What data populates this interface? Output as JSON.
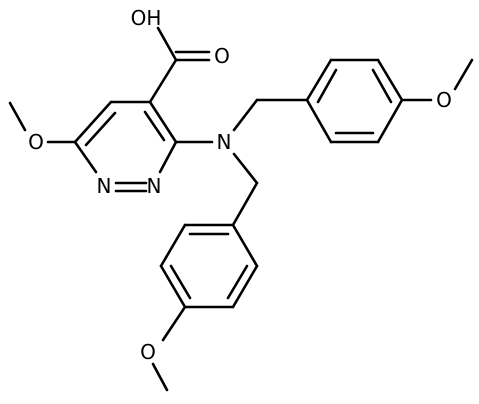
{
  "structure": {
    "atoms": {
      "oh": "OH",
      "o_carbonyl": "O",
      "o_methoxy_left": "O",
      "o_methoxy_right": "O",
      "o_methoxy_bottom": "O",
      "n1": "N",
      "n2": "N",
      "n_amine": "N"
    }
  }
}
